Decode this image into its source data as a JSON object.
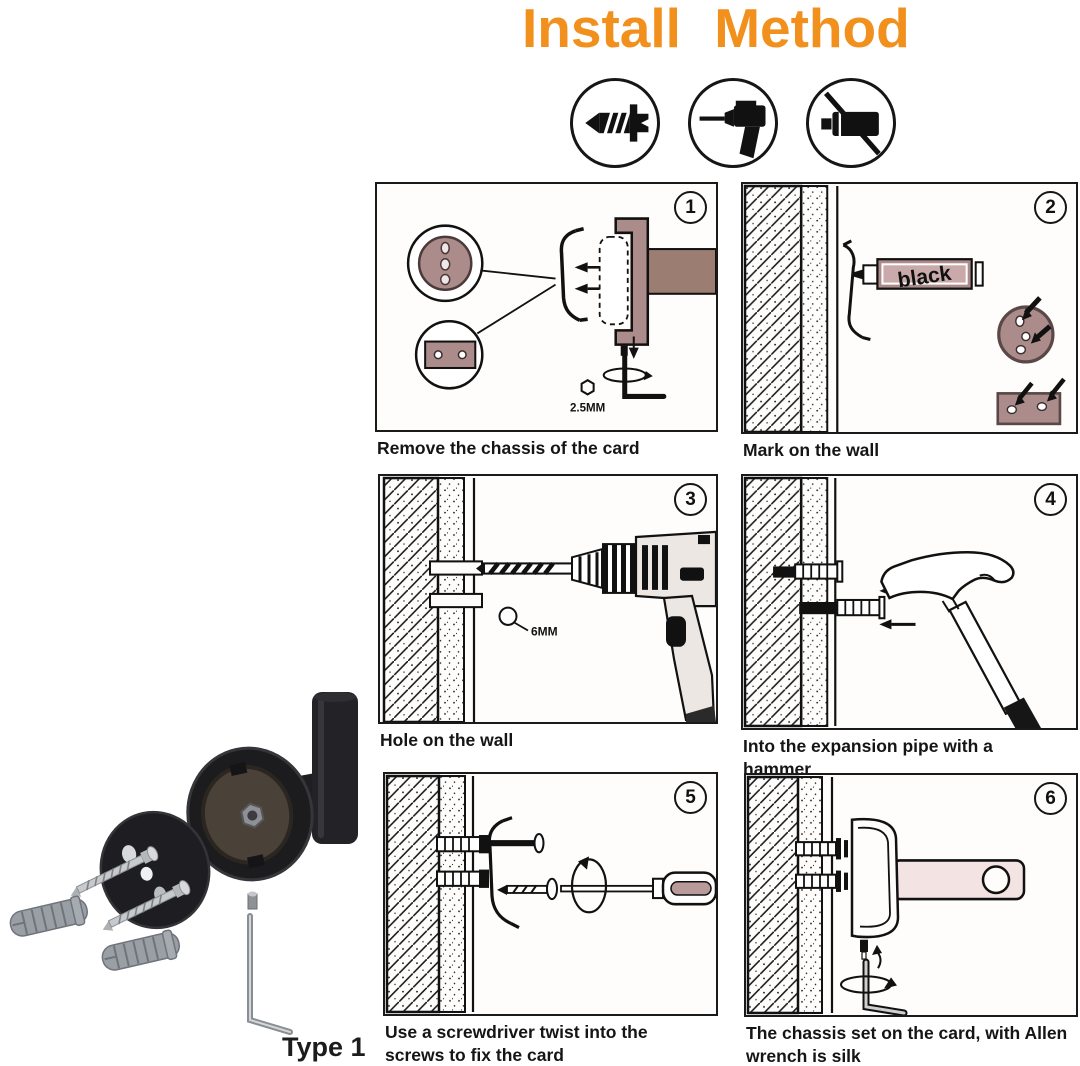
{
  "title": "Install Method",
  "colors": {
    "accent_orange": "#F2901D",
    "plate_mauve": "#AC8B8B",
    "beam_brown": "#9B7E71",
    "hook_arm_pink": "#F3E3E3",
    "line_black": "#161616"
  },
  "tool_icons": [
    {
      "name": "screw-icon"
    },
    {
      "name": "drill-icon"
    },
    {
      "name": "no-glue-icon"
    }
  ],
  "panels": [
    {
      "number": "1",
      "caption": "Remove the chassis of the card",
      "annotation": "2.5MM"
    },
    {
      "number": "2",
      "caption": "Mark on the wall",
      "annotation": "black"
    },
    {
      "number": "3",
      "caption": "Hole on the wall",
      "annotation": "6MM"
    },
    {
      "number": "4",
      "caption": "Into the expansion pipe with a hammer",
      "annotation": ""
    },
    {
      "number": "5",
      "caption": "Use a screwdriver twist into the screws to fix the card",
      "annotation": ""
    },
    {
      "number": "6",
      "caption": "The chassis set on the card, with Allen wrench is silk",
      "annotation": ""
    }
  ],
  "product": {
    "label": "Type 1"
  }
}
